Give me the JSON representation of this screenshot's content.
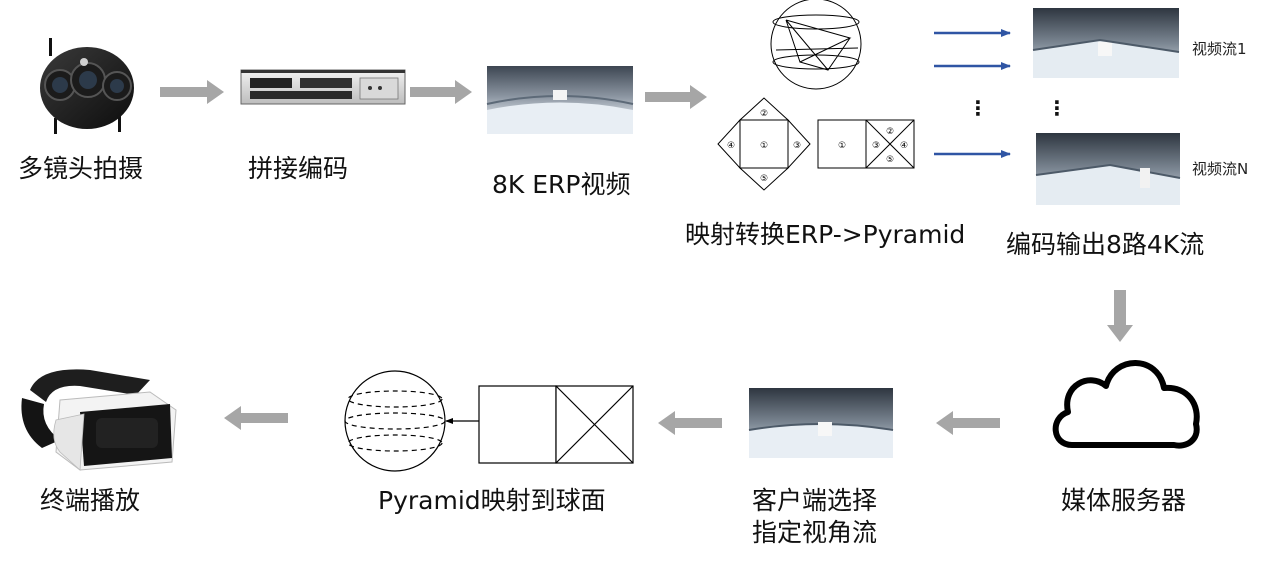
{
  "labels": {
    "capture": "多镜头拍摄",
    "stitch": "拼接编码",
    "erp": "8K ERP视频",
    "mapping": "映射转换ERP->Pyramid",
    "encode": "编码输出8路4K流",
    "server": "媒体服务器",
    "client_line1": "客户端选择",
    "client_line2": "指定视角流",
    "sphere_map": "Pyramid映射到球面",
    "terminal": "终端播放"
  },
  "streams": {
    "first": "视频流1",
    "last": "视频流N",
    "ellipsis": "⋮"
  },
  "face_numbers": [
    "①",
    "②",
    "③",
    "④",
    "⑤"
  ],
  "icons": [
    "camera-icon",
    "server-icon",
    "cloud-icon",
    "vr-headset-icon",
    "sphere-icon",
    "pyramid-icon"
  ],
  "colors": {
    "gray_arrow": "#a6a6a6",
    "blue_arrow": "#2f55a4",
    "line": "#000000"
  }
}
